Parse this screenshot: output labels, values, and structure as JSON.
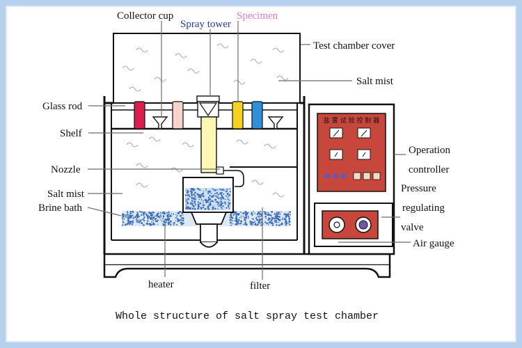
{
  "labels": {
    "collector_cup": "Collector cup",
    "spray_tower": "Spray tower",
    "specimen": "Specimen",
    "test_chamber_cover": "Test chamber cover",
    "salt_mist_top": "Salt mist",
    "glass_rod": "Glass rod",
    "shelf": "Shelf",
    "nozzle": "Nozzle",
    "salt_mist_left": "Salt mist",
    "brine_bath": "Brine bath",
    "operation": "Operation",
    "controller": "controller",
    "pressure": "Pressure",
    "regulating": "regulating",
    "valve": "valve",
    "air_gauge": "Air gauge",
    "heater": "heater",
    "filter": "filter"
  },
  "caption": "Whole structure of salt spray test chamber",
  "control_panel_text": "盐 雾 试 验 控 制 器",
  "colors": {
    "frame_border": "#b6d0ee",
    "spray_tower_label": "#283c94",
    "specimen_label": "#e277c6",
    "control_panel": "#c8473d",
    "spray_tower_fill": "#fbf7b4",
    "brine": "#3d6eb8",
    "specimen_red": "#d8204f",
    "specimen_pink": "#f6d3cc",
    "specimen_yellow": "#f4d21d",
    "specimen_blue": "#2f8fd8"
  }
}
